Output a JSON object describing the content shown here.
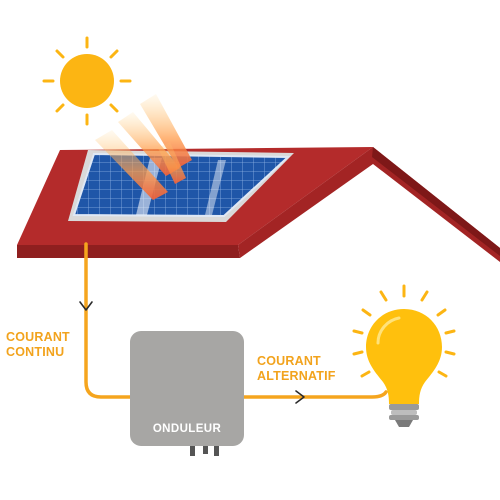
{
  "labels": {
    "dc_line1": "COURANT",
    "dc_line2": "CONTINU",
    "ac_line1": "COURANT",
    "ac_line2": "ALTERNATIF",
    "inverter": "ONDULEUR"
  },
  "icons": {
    "sun": "sun-icon",
    "solar_panel": "solar-panel-icon",
    "house_roof": "roof-icon",
    "inverter": "inverter-icon",
    "light_bulb": "light-bulb-icon",
    "flow_arrow": "arrow-icon"
  },
  "colors": {
    "wire": "#f5a51e",
    "label": "#f2a31d",
    "sun": "#fcb513",
    "roof": "#b32929",
    "roof_dark": "#8e1d1d",
    "panel": "#1f4f9e",
    "inverter": "#a7a6a4",
    "bulb": "#ffc00d"
  }
}
